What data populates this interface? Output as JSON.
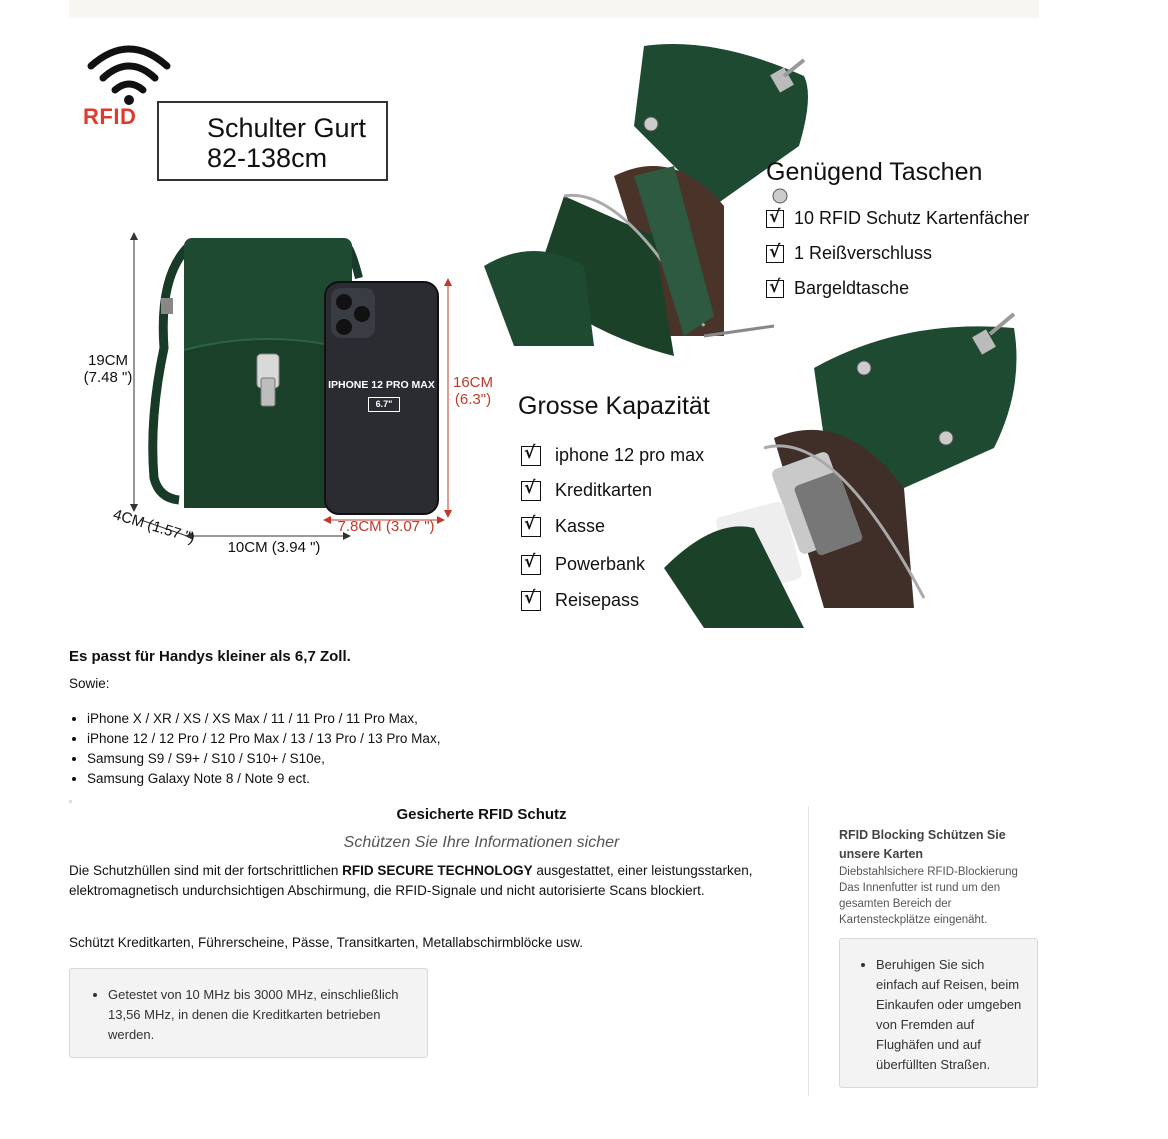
{
  "banner": {
    "rfid_label": "RFID",
    "strap": {
      "line1": "Schulter Gurt",
      "line2": "82-138cm"
    },
    "dimensions": {
      "height": "19CM",
      "height_in": "(7.48 \")",
      "depth": "4CM (1.57 \")",
      "width": "10CM (3.94 \")",
      "phone_height": "16CM",
      "phone_height_in": "(6.3\")",
      "phone_width": "7.8CM (3.07 \")"
    },
    "phone": {
      "model": "IPHONE 12 PRO MAX",
      "size": "6.7\""
    },
    "pockets": {
      "title": "Genügend Taschen",
      "items": [
        "10 RFID Schutz Kartenfächer",
        "1 Reißverschluss",
        "Bargeldtasche"
      ]
    },
    "capacity": {
      "title": "Grosse Kapazität",
      "items": [
        "iphone 12 pro max",
        "Kreditkarten",
        "Kasse",
        "Powerbank",
        "Reisepass"
      ]
    }
  },
  "fits": {
    "title": "Es passt für Handys kleiner als 6,7 Zoll.",
    "intro": "Sowie:",
    "phones": [
      "iPhone X / XR / XS / XS Max / 11 / 11 Pro / 11 Pro Max,",
      "iPhone 12 / 12 Pro / 12 Pro Max / 13 / 13 Pro / 13 Pro Max,",
      "Samsung S9 / S9+ / S10 / S10+ / S10e,",
      "Samsung Galaxy Note 8 / Note 9 ect."
    ]
  },
  "rfid_section": {
    "title": "Gesicherte RFID Schutz",
    "subtitle": "Schützen Sie Ihre Informationen sicher",
    "para1_start": "Die Schutzhüllen sind mit der fortschrittlichen ",
    "para1_bold": "RFID SECURE TECHNOLOGY",
    "para1_end": " ausgestattet, einer leistungsstarken, elektromagnetisch undurchsichtigen Abschirmung, die RFID-Signale und nicht autorisierte Scans blockiert.",
    "para2": "Schützt Kreditkarten, Führerscheine, Pässe, Transitkarten, Metallabschirmblöcke usw.",
    "box_item": "Getestet von 10 MHz bis 3000 MHz, einschließlich 13,56 MHz, in denen die Kreditkarten betrieben werden."
  },
  "sidebar": {
    "title": "RFID Blocking Schützen Sie unsere Karten",
    "text": "Diebstahlsichere RFID-Blockierung Das Innenfutter ist rund um den gesamten Bereich der Kartensteckplätze eingenäht.",
    "box_item": "Beruhigen Sie sich einfach auf Reisen, beim Einkaufen oder umgeben von Fremden auf Flughäfen und auf überfüllten Straßen."
  },
  "colors": {
    "bag_green": "#1f4a32",
    "rfid_red": "#e03a2e",
    "dim_red": "#c0392b"
  }
}
